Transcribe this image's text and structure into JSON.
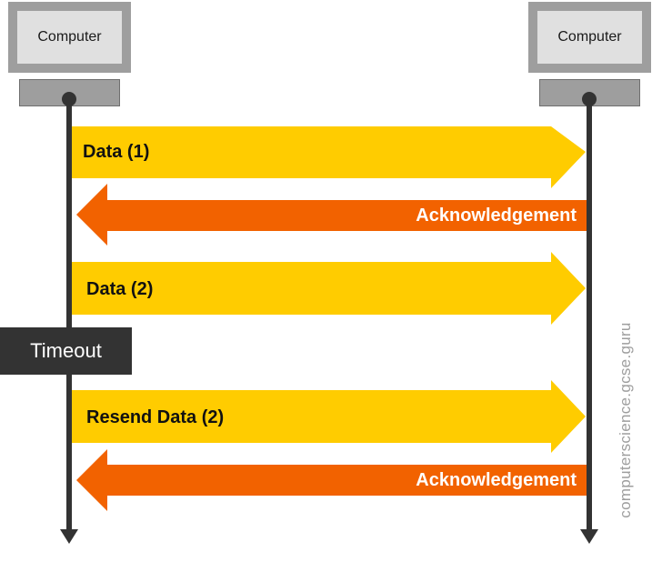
{
  "left_computer": {
    "label": "Computer"
  },
  "right_computer": {
    "label": "Computer"
  },
  "arrows": {
    "data_1": "Data (1)",
    "ack_1": "Acknowledgement",
    "data_2": "Data (2)",
    "resend_2": "Resend Data (2)",
    "ack_2": "Acknowledgement"
  },
  "timeout": {
    "label": "Timeout"
  },
  "watermark": "computerscience.gcse.guru",
  "colors": {
    "data_arrow": "#ffcc00",
    "ack_arrow": "#f26200",
    "timeline": "#333333",
    "computer_frame": "#9e9e9e",
    "computer_screen": "#e0e0e0",
    "timeout_box": "#333333"
  }
}
